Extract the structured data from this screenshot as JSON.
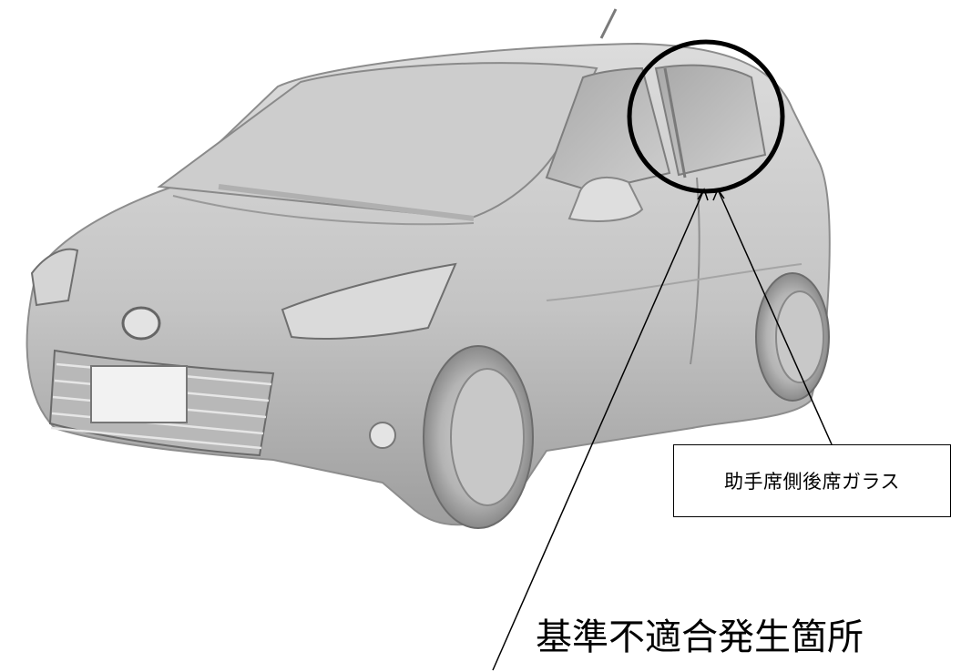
{
  "labels": {
    "callout": "助手席側後席ガラス",
    "location": "基準不適合発生箇所"
  },
  "colors": {
    "stroke": "#000000",
    "car_body": "#c9c9c9",
    "car_shadow": "#8d8d8d",
    "background": "#ffffff"
  },
  "icons": {
    "car": "car-illustration",
    "highlight": "circle-marker"
  }
}
